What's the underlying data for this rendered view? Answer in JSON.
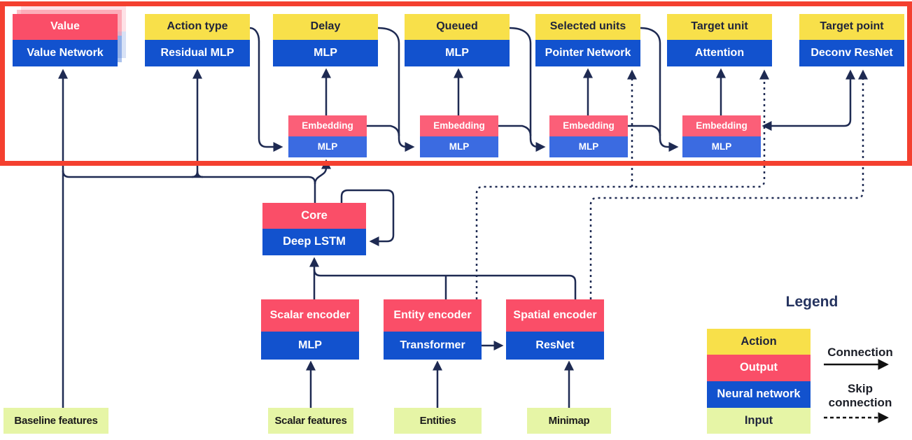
{
  "palette": {
    "action_yellow": "#F8E04A",
    "output_pink": "#FA4E68",
    "embed_pink": "#FB5F78",
    "network_blue": "#1252CE",
    "embed_blue": "#3B6BE1",
    "input_green": "#E6F5A6",
    "line_navy": "#1E2A52",
    "border_red": "#F4402F",
    "dark_text": "#20253C",
    "white_text": "#FFFFFF"
  },
  "heads": [
    {
      "id": "value",
      "top": "Value",
      "bottom": "Value Network",
      "kind": "output",
      "stacked": true
    },
    {
      "id": "action-type",
      "top": "Action type",
      "bottom": "Residual MLP",
      "kind": "action"
    },
    {
      "id": "delay",
      "top": "Delay",
      "bottom": "MLP",
      "kind": "action"
    },
    {
      "id": "queued",
      "top": "Queued",
      "bottom": "MLP",
      "kind": "action"
    },
    {
      "id": "selected-units",
      "top": "Selected units",
      "bottom": "Pointer Network",
      "kind": "action"
    },
    {
      "id": "target-unit",
      "top": "Target unit",
      "bottom": "Attention",
      "kind": "action"
    },
    {
      "id": "target-point",
      "top": "Target point",
      "bottom": "Deconv ResNet",
      "kind": "action"
    }
  ],
  "embeddings": [
    {
      "id": "embedding-1",
      "top": "Embedding",
      "bottom": "MLP"
    },
    {
      "id": "embedding-2",
      "top": "Embedding",
      "bottom": "MLP"
    },
    {
      "id": "embedding-3",
      "top": "Embedding",
      "bottom": "MLP"
    },
    {
      "id": "embedding-4",
      "top": "Embedding",
      "bottom": "MLP"
    }
  ],
  "core": {
    "id": "core",
    "top": "Core",
    "bottom": "Deep LSTM"
  },
  "encoders": [
    {
      "id": "scalar-encoder",
      "top": "Scalar encoder",
      "bottom": "MLP"
    },
    {
      "id": "entity-encoder",
      "top": "Entity encoder",
      "bottom": "Transformer"
    },
    {
      "id": "spatial-encoder",
      "top": "Spatial encoder",
      "bottom": "ResNet"
    }
  ],
  "inputs": [
    {
      "id": "baseline-features",
      "label": "Baseline features"
    },
    {
      "id": "scalar-features",
      "label": "Scalar features"
    },
    {
      "id": "entities",
      "label": "Entities"
    },
    {
      "id": "minimap",
      "label": "Minimap"
    }
  ],
  "legend": {
    "title": "Legend",
    "items": [
      {
        "label": "Action",
        "swatch": "action_yellow",
        "text": "dark"
      },
      {
        "label": "Output",
        "swatch": "output_pink",
        "text": "white"
      },
      {
        "label": "Neural network",
        "swatch": "network_blue",
        "text": "white"
      },
      {
        "label": "Input",
        "swatch": "input_green",
        "text": "dark"
      }
    ],
    "connection_label": "Connection",
    "skip_label": "Skip connection"
  }
}
